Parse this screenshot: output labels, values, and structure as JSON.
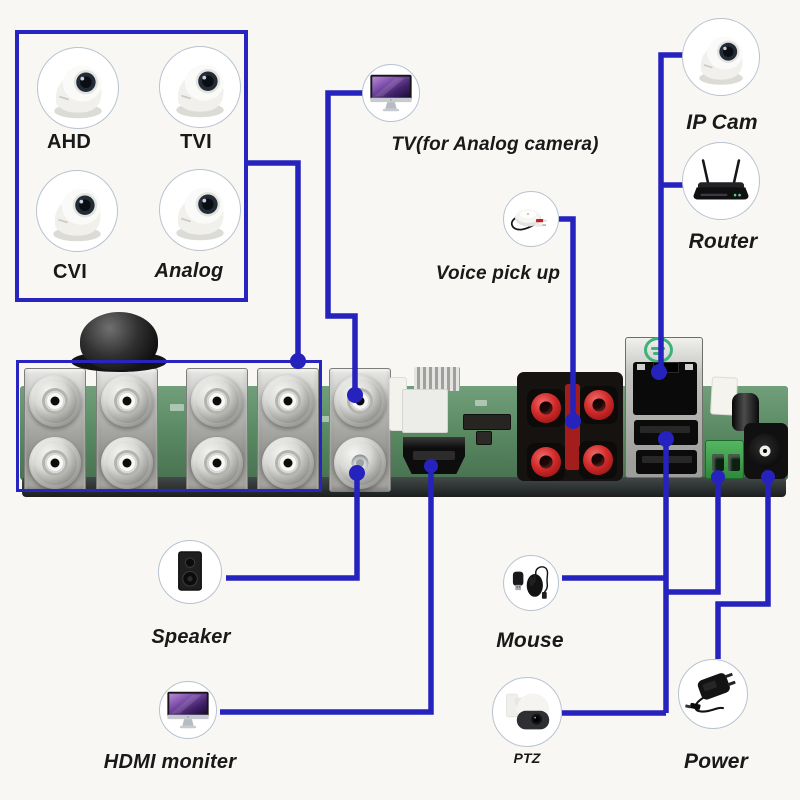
{
  "camera_box": {
    "items": [
      {
        "label": "AHD",
        "icon": "dome-camera-icon"
      },
      {
        "label": "TVI",
        "icon": "dome-camera-icon"
      },
      {
        "label": "CVI",
        "icon": "dome-camera-icon"
      },
      {
        "label": "Analog",
        "icon": "dome-camera-icon"
      }
    ]
  },
  "nodes": {
    "tv": {
      "label": "TV(for Analog camera)",
      "icon": "monitor-icon"
    },
    "voice_pickup": {
      "label": "Voice pick up",
      "icon": "microphone-icon"
    },
    "ip_cam": {
      "label": "IP Cam",
      "icon": "dome-camera-icon"
    },
    "router": {
      "label": "Router",
      "icon": "router-icon"
    },
    "speaker": {
      "label": "Speaker",
      "icon": "speaker-icon"
    },
    "hdmi_monitor": {
      "label": "HDMI moniter",
      "icon": "monitor-icon"
    },
    "mouse": {
      "label": "Mouse",
      "icon": "mouse-icon"
    },
    "ptz": {
      "label": "PTZ",
      "icon": "ptz-camera-icon"
    },
    "power": {
      "label": "Power",
      "icon": "power-adapter-icon"
    }
  },
  "board": {
    "connector_groups": [
      "bnc-video-inputs-8ch",
      "bnc-video-out",
      "rca-audio-out",
      "hdmi-port",
      "rca-audio-in-jacks",
      "rj45-ethernet-port",
      "usb-ports",
      "rs485-terminal",
      "dc-power-jack"
    ]
  },
  "colors": {
    "connection_line": "#2522bd",
    "frame_border": "#2824c0",
    "pcb_green": "#578760",
    "rca_red": "#d22a2a",
    "label_text": "#191919",
    "background": "#f8f7f4"
  }
}
